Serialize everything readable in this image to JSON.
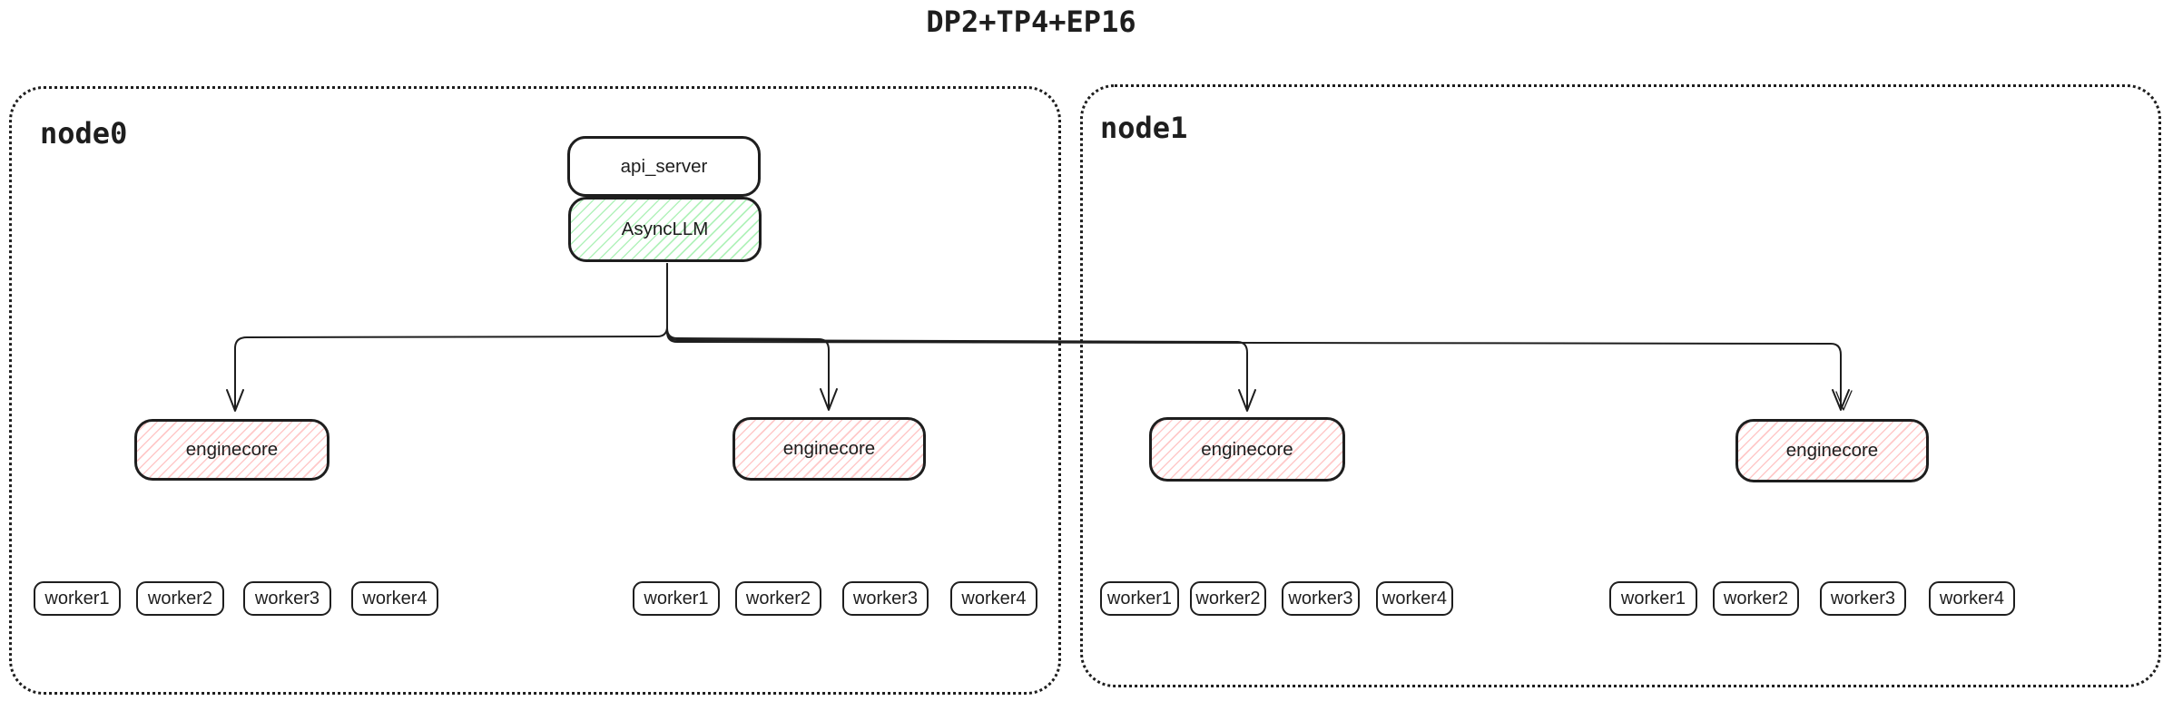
{
  "title": "DP2+TP4+EP16",
  "colors": {
    "stroke": "#1e1e1e",
    "green_fill": "#b2f2bb",
    "red_fill": "#ffc9c9",
    "background": "#ffffff"
  },
  "node0": {
    "label": "node0",
    "api_server_label": "api_server",
    "async_llm_label": "AsyncLLM"
  },
  "node1": {
    "label": "node1"
  },
  "enginecores": [
    {
      "label": "enginecore"
    },
    {
      "label": "enginecore"
    },
    {
      "label": "enginecore"
    },
    {
      "label": "enginecore"
    }
  ],
  "worker_groups": [
    {
      "workers": [
        "worker1",
        "worker2",
        "worker3",
        "worker4"
      ]
    },
    {
      "workers": [
        "worker1",
        "worker2",
        "worker3",
        "worker4"
      ]
    },
    {
      "workers": [
        "worker1",
        "worker2",
        "worker3",
        "worker4"
      ]
    },
    {
      "workers": [
        "worker1",
        "worker2",
        "worker3",
        "worker4"
      ]
    }
  ]
}
